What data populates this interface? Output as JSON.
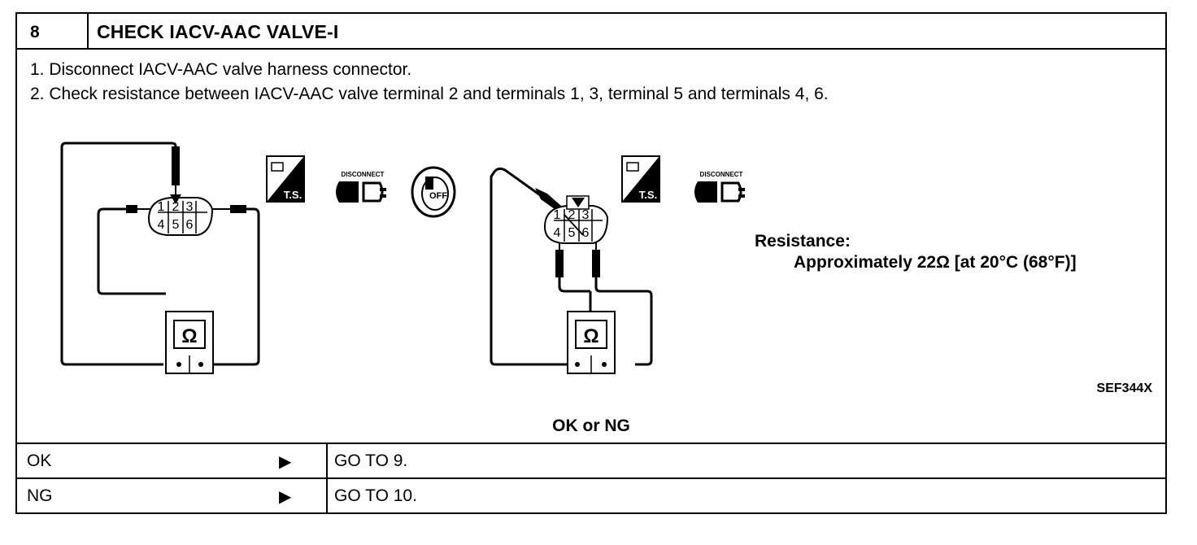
{
  "header": {
    "step_number": "8",
    "title": "CHECK IACV-AAC VALVE-I"
  },
  "instructions": [
    "1.  Disconnect IACV-AAC valve harness connector.",
    "2.  Check resistance between IACV-AAC valve terminal 2 and terminals 1, 3, terminal 5 and terminals 4, 6."
  ],
  "diagram": {
    "connector_terminals": [
      "1",
      "2",
      "3",
      "4",
      "5",
      "6"
    ],
    "meter_symbol": "Ω",
    "ts_label": "T.S.",
    "disconnect_label": "DISCONNECT",
    "key_label": "OFF",
    "icons": [
      "ts-icon",
      "disconnect-icon",
      "ignition-key-off-icon",
      "ohmmeter-icon"
    ]
  },
  "spec": {
    "label": "Resistance:",
    "value": "Approximately 22Ω [at 20°C (68°F)]"
  },
  "figure_ref": "SEF344X",
  "question": "OK or NG",
  "results": [
    {
      "result": "OK",
      "arrow": "▶",
      "action": "GO TO 9."
    },
    {
      "result": "NG",
      "arrow": "▶",
      "action": "GO TO 10."
    }
  ]
}
